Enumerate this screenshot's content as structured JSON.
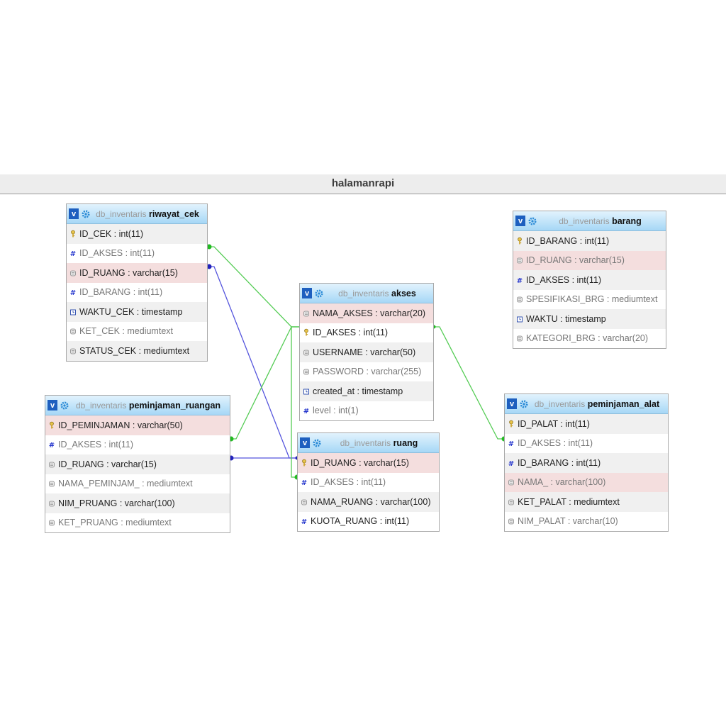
{
  "schema_title": "halamanrapi",
  "database": "db_inventaris",
  "colors": {
    "relation_green": "#55cc55",
    "relation_blue": "#5555dd",
    "header_bg": "#a6d7f6",
    "highlight_row": "#f4dede"
  },
  "tables": {
    "riwayat_cek": {
      "name": "riwayat_cek",
      "columns": [
        {
          "text": "ID_CEK : int(11)",
          "icon": "key-icon"
        },
        {
          "text": "ID_AKSES : int(11)",
          "icon": "hash-icon"
        },
        {
          "text": "ID_RUANG : varchar(15)",
          "icon": "text-icon"
        },
        {
          "text": "ID_BARANG : int(11)",
          "icon": "hash-icon"
        },
        {
          "text": "WAKTU_CEK : timestamp",
          "icon": "clock-icon"
        },
        {
          "text": "KET_CEK : mediumtext",
          "icon": "text-icon"
        },
        {
          "text": "STATUS_CEK : mediumtext",
          "icon": "text-icon"
        }
      ]
    },
    "barang": {
      "name": "barang",
      "columns": [
        {
          "text": "ID_BARANG : int(11)",
          "icon": "key-icon"
        },
        {
          "text": "ID_RUANG : varchar(15)",
          "icon": "text-icon"
        },
        {
          "text": "ID_AKSES : int(11)",
          "icon": "hash-icon"
        },
        {
          "text": "SPESIFIKASI_BRG : mediumtext",
          "icon": "text-icon"
        },
        {
          "text": "WAKTU : timestamp",
          "icon": "clock-icon"
        },
        {
          "text": "KATEGORI_BRG : varchar(20)",
          "icon": "text-icon"
        }
      ]
    },
    "akses": {
      "name": "akses",
      "columns": [
        {
          "text": "NAMA_AKSES : varchar(20)",
          "icon": "text-icon"
        },
        {
          "text": "ID_AKSES : int(11)",
          "icon": "key-icon"
        },
        {
          "text": "USERNAME : varchar(50)",
          "icon": "text-icon"
        },
        {
          "text": "PASSWORD : varchar(255)",
          "icon": "text-icon"
        },
        {
          "text": "created_at : timestamp",
          "icon": "clock-icon"
        },
        {
          "text": "level : int(1)",
          "icon": "hash-icon"
        }
      ]
    },
    "peminjaman_ruangan": {
      "name": "peminjaman_ruangan",
      "columns": [
        {
          "text": "ID_PEMINJAMAN : varchar(50)",
          "icon": "key-icon"
        },
        {
          "text": "ID_AKSES : int(11)",
          "icon": "hash-icon"
        },
        {
          "text": "ID_RUANG : varchar(15)",
          "icon": "text-icon"
        },
        {
          "text": "NAMA_PEMINJAM_ : mediumtext",
          "icon": "text-icon"
        },
        {
          "text": "NIM_PRUANG : varchar(100)",
          "icon": "text-icon"
        },
        {
          "text": "KET_PRUANG : mediumtext",
          "icon": "text-icon"
        }
      ]
    },
    "ruang": {
      "name": "ruang",
      "columns": [
        {
          "text": "ID_RUANG : varchar(15)",
          "icon": "key-icon"
        },
        {
          "text": "ID_AKSES : int(11)",
          "icon": "hash-icon"
        },
        {
          "text": "NAMA_RUANG : varchar(100)",
          "icon": "text-icon"
        },
        {
          "text": "KUOTA_RUANG : int(11)",
          "icon": "hash-icon"
        }
      ]
    },
    "peminjaman_alat": {
      "name": "peminjaman_alat",
      "columns": [
        {
          "text": "ID_PALAT : int(11)",
          "icon": "key-icon"
        },
        {
          "text": "ID_AKSES : int(11)",
          "icon": "hash-icon"
        },
        {
          "text": "ID_BARANG : int(11)",
          "icon": "hash-icon"
        },
        {
          "text": "NAMA_ : varchar(100)",
          "icon": "text-icon"
        },
        {
          "text": "KET_PALAT : mediumtext",
          "icon": "text-icon"
        },
        {
          "text": "NIM_PALAT : varchar(10)",
          "icon": "text-icon"
        }
      ]
    }
  }
}
